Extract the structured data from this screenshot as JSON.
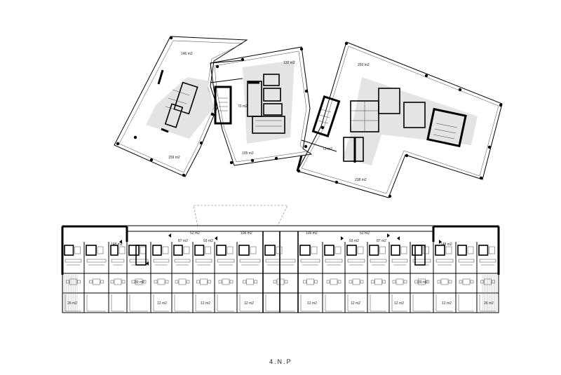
{
  "drawing": {
    "title": "4.N.P"
  },
  "upper_labels": {
    "l146": "146 m2",
    "l159": "159 m2",
    "l132": "132 m2",
    "l70": "70 m2",
    "l105": "105 m2",
    "l250": "250 m2",
    "l73": "73 m2",
    "l238": "238 m2"
  },
  "lower_labels": {
    "l148a": "148 m2",
    "l52a": "52 m2",
    "l106a": "106 m2",
    "l106b": "106 m2",
    "l52b": "52 m2",
    "l148b": "148 m2",
    "l87a": "87 m2",
    "l93a": "93 m2",
    "l93b": "93 m2",
    "l87b": "87 m2",
    "l39a": "39 m2",
    "l39b": "39 m2",
    "l26a": "26 m2",
    "l12a": "12 m2",
    "l12b": "12 m2",
    "l12c": "12 m2",
    "l12d": "12 m2",
    "l12e": "12 m2",
    "l12f": "12 m2",
    "l12g": "12 m2",
    "l26b": "26 m2"
  }
}
